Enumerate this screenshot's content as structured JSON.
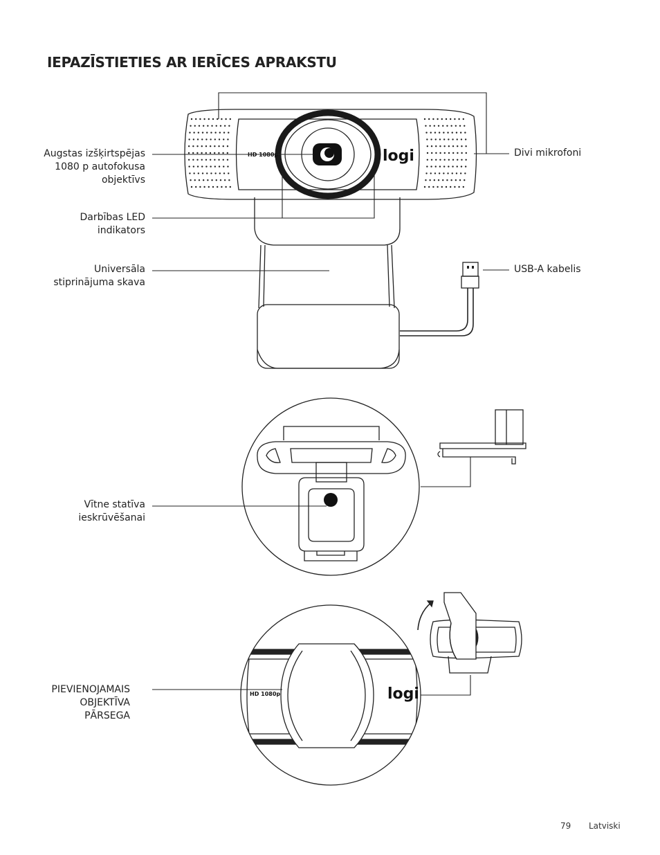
{
  "page": {
    "title": "IEPAZĪSTIETIES AR IERĪCES APRAKSTU",
    "page_number": "79",
    "language": "Latviski"
  },
  "labels": {
    "lens": [
      "Augstas izšķirtspējas",
      "1080 p autofokusa",
      "objektīvs"
    ],
    "led": [
      "Darbības LED",
      "indikators"
    ],
    "clip": [
      "Universāla",
      "stiprinājuma skava"
    ],
    "mics": [
      "Divi mikrofoni"
    ],
    "usb": [
      "USB-A kabelis"
    ],
    "tripod": [
      "Vītne statīva",
      "ieskrūvēšanai"
    ],
    "cover": [
      "PIEVIENOJAMAIS",
      "OBJEKTĪVA",
      "PĀRSEGA"
    ]
  },
  "device_markings": {
    "hd": "HD 1080p",
    "logo": "logi"
  }
}
